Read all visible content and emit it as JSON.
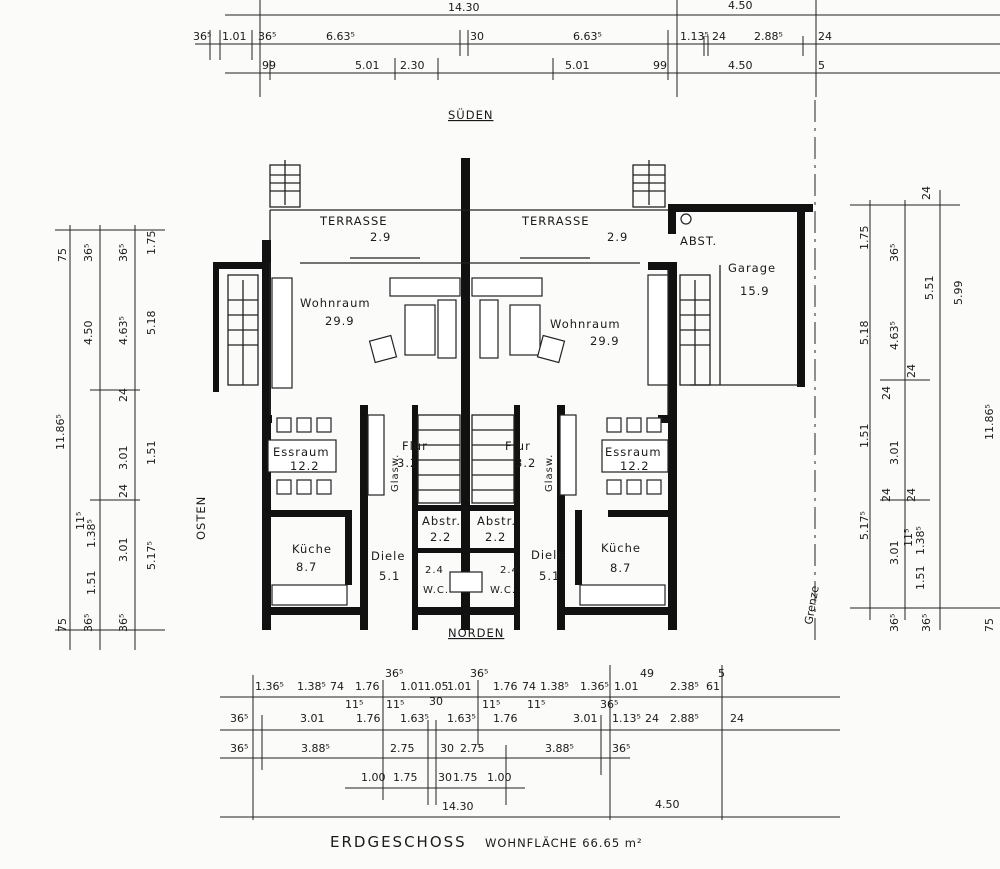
{
  "title": "ERDGESCHOSS",
  "living_area": "WOHNFLÄCHE 66.65 m²",
  "orientation": {
    "south": "SÜDEN",
    "north": "NORDEN",
    "east": "OSTEN",
    "boundary": "Grenze"
  },
  "rooms": [
    {
      "name": "TERRASSE",
      "area": "2.9"
    },
    {
      "name": "TERRASSE",
      "area": "2.9"
    },
    {
      "name": "ABST.",
      "area": ""
    },
    {
      "name": "Garage",
      "area": "15.9"
    },
    {
      "name": "Wohnraum",
      "area": "29.9"
    },
    {
      "name": "Wohnraum",
      "area": "29.9"
    },
    {
      "name": "Essraum",
      "area": "12.2"
    },
    {
      "name": "Essraum",
      "area": "12.2"
    },
    {
      "name": "Flur",
      "area": "3.2"
    },
    {
      "name": "Flur",
      "area": "3.2"
    },
    {
      "name": "Glasw.",
      "area": ""
    },
    {
      "name": "Glasw.",
      "area": ""
    },
    {
      "name": "Abstr.",
      "area": "2.2"
    },
    {
      "name": "Abstr.",
      "area": "2.2"
    },
    {
      "name": "Küche",
      "area": "8.7"
    },
    {
      "name": "Küche",
      "area": "8.7"
    },
    {
      "name": "Diele",
      "area": "5.1"
    },
    {
      "name": "Diele",
      "area": "5.1"
    },
    {
      "name": "W.C.",
      "area": "2.4"
    },
    {
      "name": "W.C.",
      "area": "2.4"
    }
  ],
  "dims_top": [
    "14.30",
    "4.50",
    "36⁵",
    "1.01",
    "36⁵",
    "6.63⁵",
    "30",
    "6.63⁵",
    "1.13⁵",
    "24",
    "2.88⁵",
    "24",
    "99",
    "5.01",
    "2.30",
    "5.01",
    "99",
    "4.50",
    "5"
  ],
  "dims_bottom": [
    "1.36⁵",
    "1.38⁵",
    "74",
    "1.76",
    "36⁵",
    "1.01",
    "1.05",
    "1.01",
    "36⁵",
    "1.76",
    "74",
    "1.38⁵",
    "1.36⁵",
    "1.01",
    "49",
    "2.38⁵",
    "5",
    "61",
    "36⁵",
    "3.01",
    "11⁵",
    "1.76",
    "11⁵",
    "1.63⁵",
    "30",
    "1.63⁵",
    "11⁵",
    "1.76",
    "11⁵",
    "3.01",
    "36⁵",
    "1.13⁵",
    "24",
    "2.88⁵",
    "24",
    "36⁵",
    "3.88⁵",
    "2.75",
    "30",
    "2.75",
    "3.88⁵",
    "36⁵",
    "1.00",
    "1.75",
    "30",
    "1.75",
    "1.00",
    "14.30",
    "4.50"
  ],
  "dims_left": [
    "75",
    "36⁵",
    "36⁵",
    "1.75",
    "4.50",
    "4.63⁵",
    "5.18",
    "24",
    "3.01",
    "1.51",
    "11⁵",
    "1.38⁵",
    "24",
    "3.01",
    "5.17⁵",
    "1.51",
    "75",
    "36⁵",
    "36⁵",
    "11.86⁵"
  ],
  "dims_right": [
    "24",
    "1.75",
    "36⁵",
    "5.51",
    "5.99",
    "5.18",
    "4.63⁵",
    "24",
    "24",
    "11.86⁵",
    "1.51",
    "3.01",
    "24",
    "24",
    "5.17⁵",
    "1.38⁵",
    "11⁵",
    "3.01",
    "1.51",
    "36⁵",
    "36⁵",
    "75"
  ]
}
